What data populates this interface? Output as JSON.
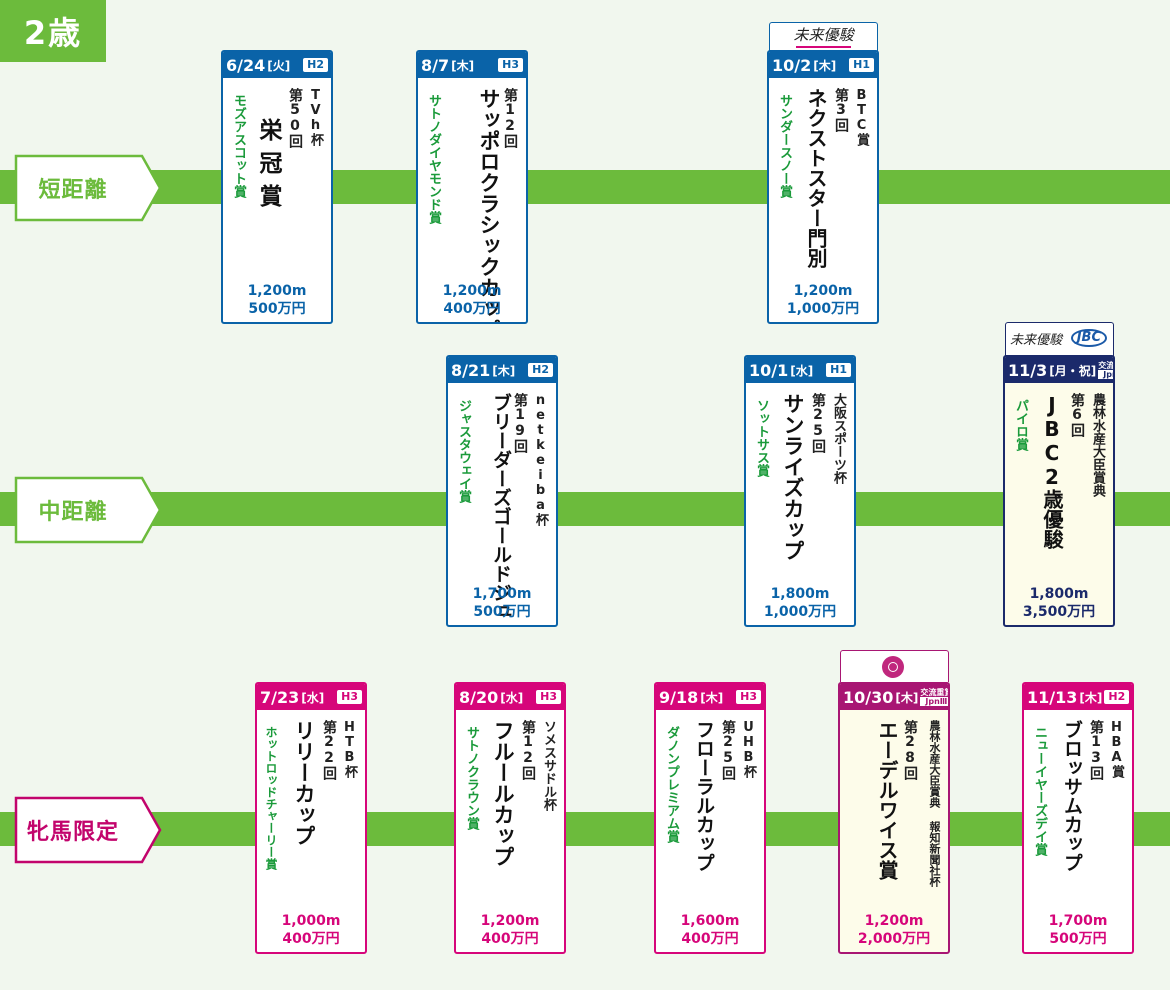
{
  "age": "2歳",
  "categories": {
    "sprint": "短距離",
    "middle": "中距離",
    "fillies": "牝馬限定"
  },
  "badges": {
    "mirai": "未来優駿",
    "jbc": "JBC"
  },
  "races": [
    {
      "date": "6/24",
      "day": "[火]",
      "grade": "H2",
      "prefix": "TVh杯",
      "edition": "第50回",
      "name": "栄冠賞",
      "sub": "モズアスコット賞",
      "distance": "1,200m",
      "prize": "500万円"
    },
    {
      "date": "8/7",
      "day": "[木]",
      "grade": "H3",
      "prefix": "",
      "edition": "第12回",
      "name": "サッポロクラシックカップ",
      "sub": "サトノダイヤモンド賞",
      "distance": "1,200m",
      "prize": "400万円"
    },
    {
      "date": "10/2",
      "day": "[木]",
      "grade": "H1",
      "prefix": "BTC賞",
      "edition": "第3回",
      "name": "ネクストスター門別",
      "sub": "サンダースノー賞",
      "distance": "1,200m",
      "prize": "1,000万円"
    },
    {
      "date": "8/21",
      "day": "[木]",
      "grade": "H2",
      "prefix": "netkeiba杯",
      "edition": "第19回",
      "name": "ブリーダーズゴールドジュニアカップ",
      "sub": "ジャスタウェイ賞",
      "distance": "1,700m",
      "prize": "500万円"
    },
    {
      "date": "10/1",
      "day": "[水]",
      "grade": "H1",
      "prefix": "大阪スポーツ杯",
      "edition": "第25回",
      "name": "サンライズカップ",
      "sub": "ソットサス賞",
      "distance": "1,800m",
      "prize": "1,000万円"
    },
    {
      "date": "11/3",
      "day": "[月・祝]",
      "grade_top": "交流重賞",
      "grade": "JpnⅢ",
      "prefix": "農林水産大臣賞典",
      "edition": "第6回",
      "name": "JBC2歳優駿",
      "sub": "パイロ賞",
      "distance": "1,800m",
      "prize": "3,500万円"
    },
    {
      "date": "7/23",
      "day": "[水]",
      "grade": "H3",
      "prefix": "HTB杯",
      "edition": "第22回",
      "name": "リリーカップ",
      "sub": "ホットロッドチャーリー賞",
      "distance": "1,000m",
      "prize": "400万円"
    },
    {
      "date": "8/20",
      "day": "[水]",
      "grade": "H3",
      "prefix": "ソメスサドル杯",
      "edition": "第12回",
      "name": "フルールカップ",
      "sub": "サトノクラウン賞",
      "distance": "1,200m",
      "prize": "400万円"
    },
    {
      "date": "9/18",
      "day": "[木]",
      "grade": "H3",
      "prefix": "UHB杯",
      "edition": "第25回",
      "name": "フローラルカップ",
      "sub": "ダノンプレミアム賞",
      "distance": "1,600m",
      "prize": "400万円"
    },
    {
      "date": "10/30",
      "day": "[木]",
      "grade_top": "交流重賞",
      "grade": "JpnⅢ",
      "prefix": "農林水産大臣賞典 報知新聞社杯",
      "edition": "第28回",
      "name": "エーデルワイス賞",
      "sub": "",
      "distance": "1,200m",
      "prize": "2,000万円"
    },
    {
      "date": "11/13",
      "day": "[木]",
      "grade": "H2",
      "prefix": "HBA賞",
      "edition": "第13回",
      "name": "ブロッサムカップ",
      "sub": "ニューイヤーズデイ賞",
      "distance": "1,700m",
      "prize": "500万円"
    }
  ],
  "colors": {
    "green": "#6cbb3c",
    "blue": "#0a63a8",
    "navy": "#1b2a6b",
    "pink": "#d6067a",
    "purple": "#a81673"
  }
}
